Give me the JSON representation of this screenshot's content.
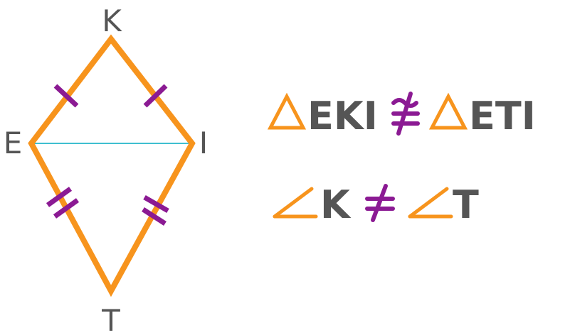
{
  "colors": {
    "kite": "#f7941d",
    "ticks": "#8b1a93",
    "diagonal": "#3fbfd0",
    "text": "#555555"
  },
  "vertices": {
    "K": "K",
    "E": "E",
    "I": "I",
    "T": "T"
  },
  "statement1": {
    "left": "EKI",
    "right": "ETI",
    "triangle_symbol": "triangle-icon",
    "relation_symbol": "not-congruent-icon"
  },
  "statement2": {
    "left": "K",
    "right": "T",
    "angle_symbol": "angle-icon",
    "relation_symbol": "not-equal-icon"
  }
}
